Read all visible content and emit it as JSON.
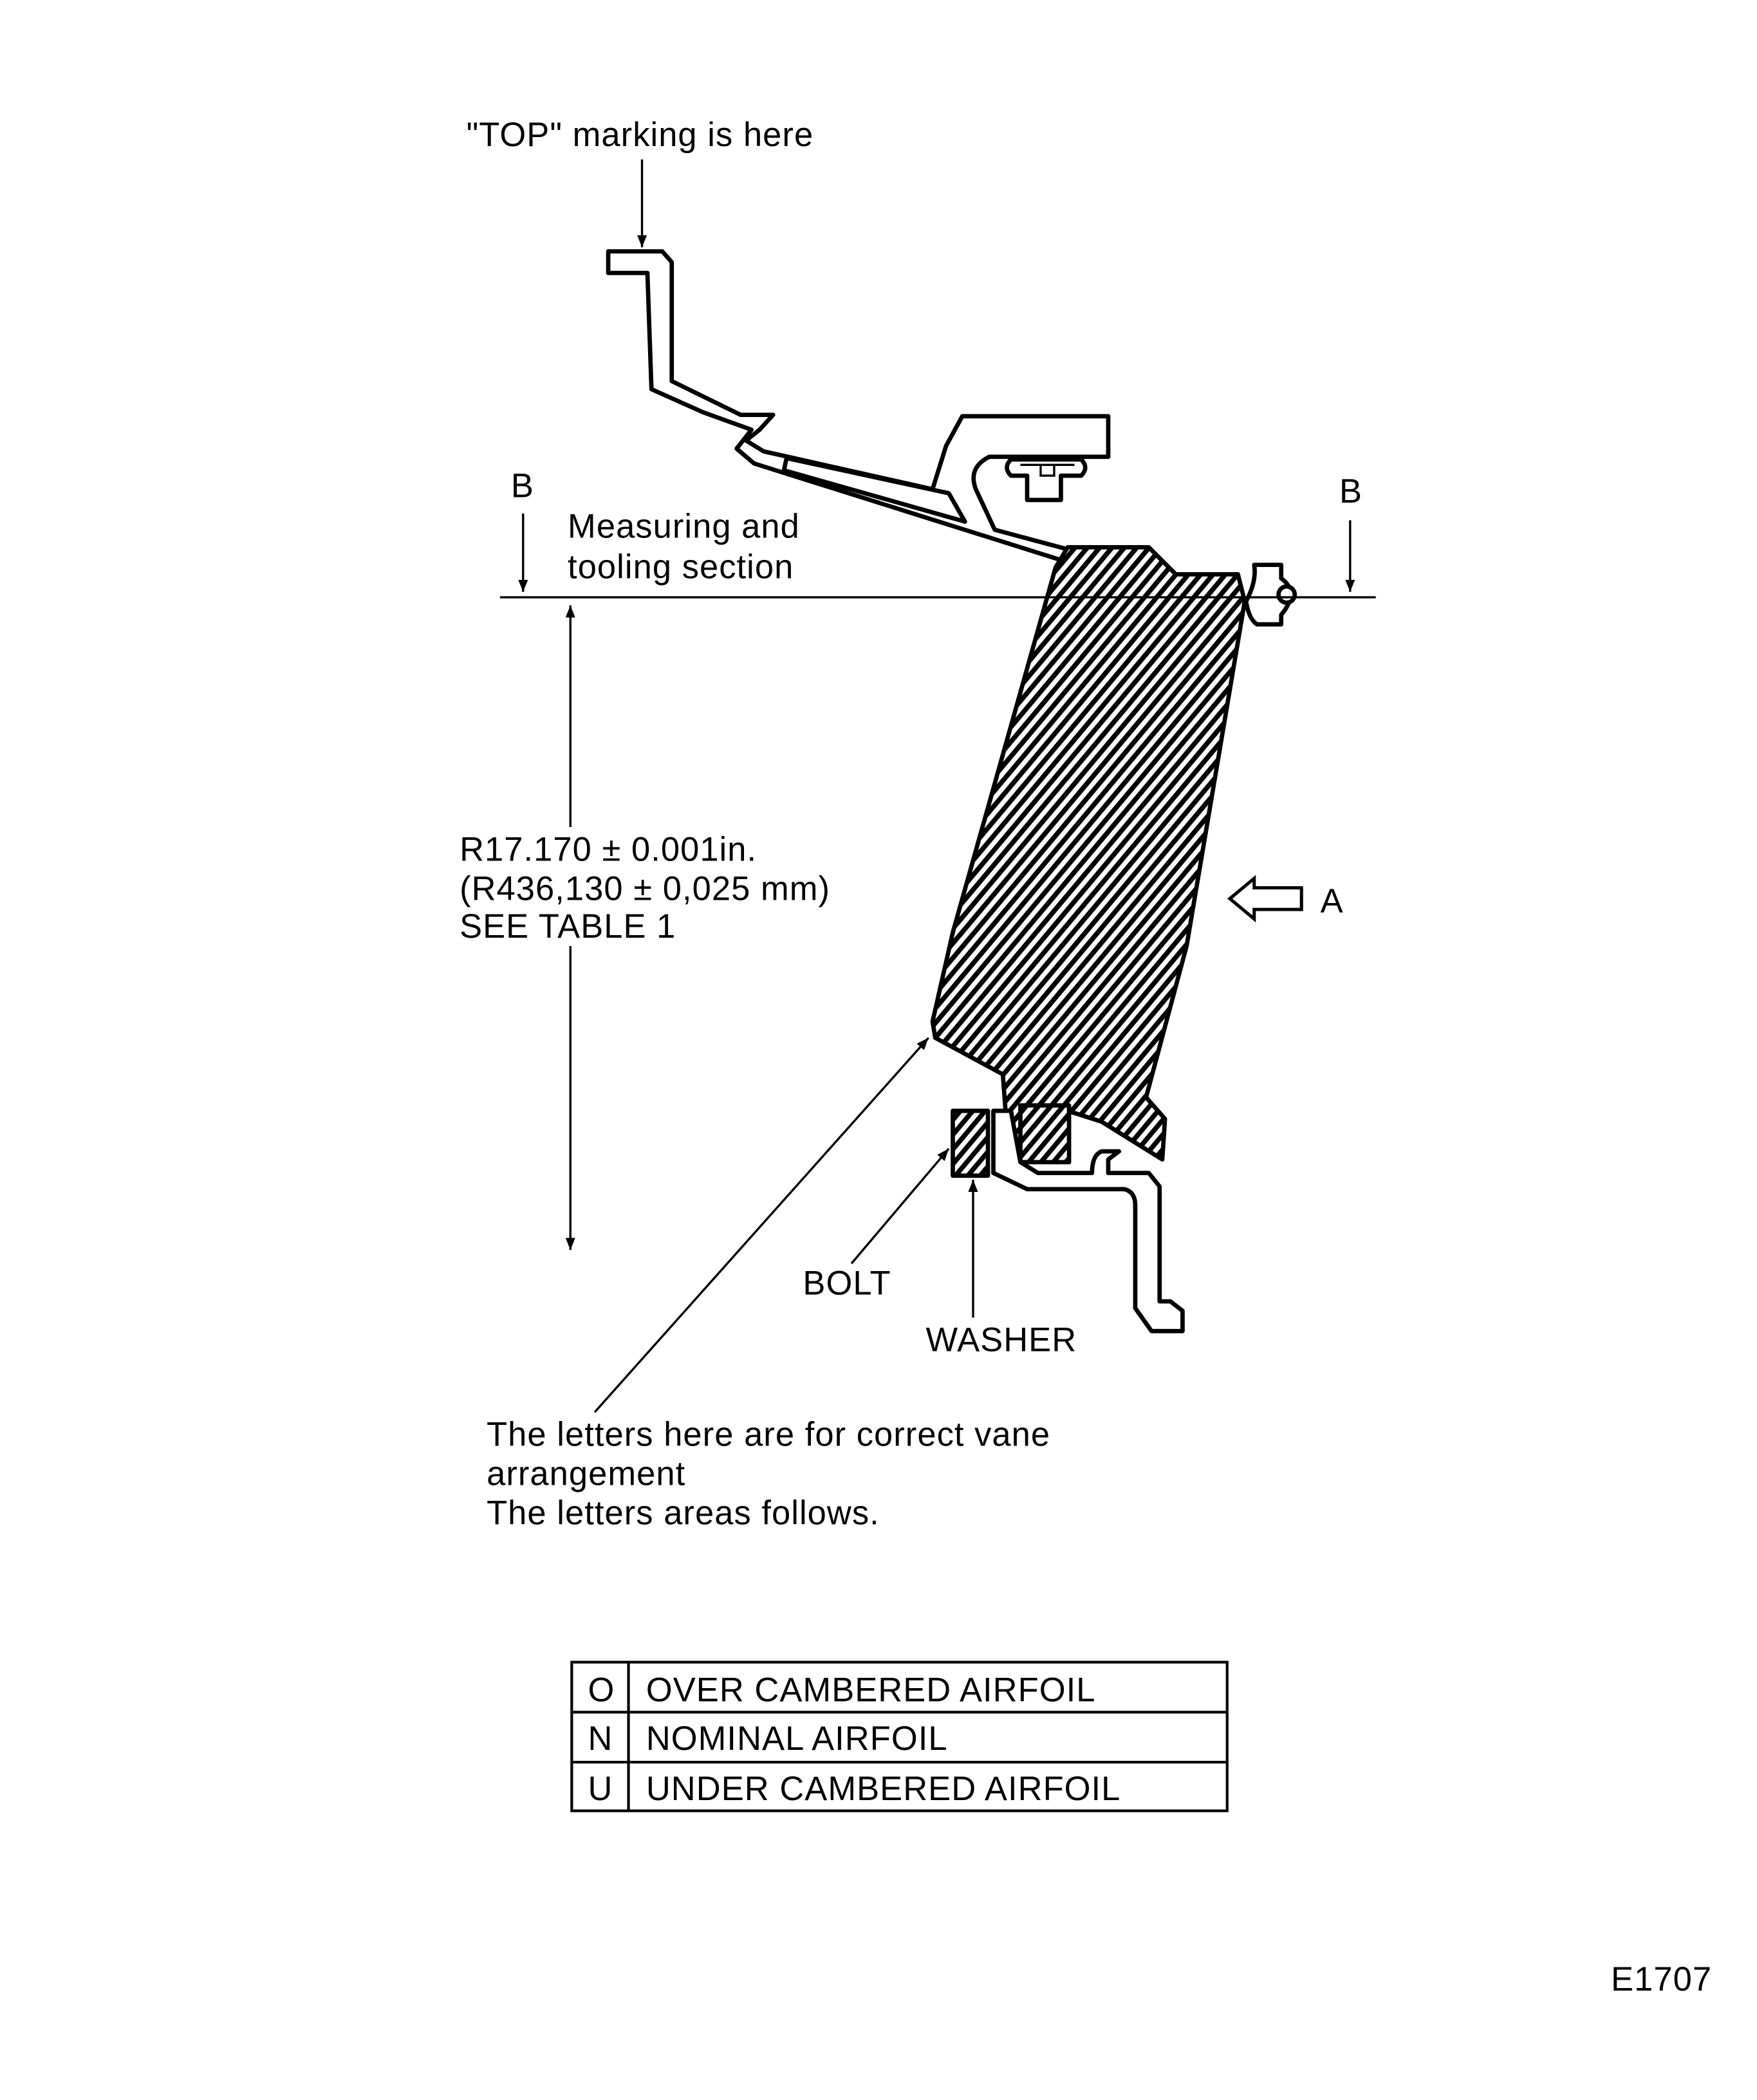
{
  "labels": {
    "top_marking": "\"TOP\" marking is here",
    "section_left": "B",
    "section_right": "B",
    "measuring_line1": "Measuring and",
    "measuring_line2": "tooling section",
    "radius_line1": "R17.170 ± 0.001in.",
    "radius_line2": "(R436,130 ± 0,025 mm)",
    "radius_line3": "SEE TABLE 1",
    "view_arrow": "A",
    "bolt": "BOLT",
    "washer": "WASHER",
    "note_line1": "The letters here are for correct vane",
    "note_line2": "arrangement",
    "note_line3": "The letters areas follows."
  },
  "table": {
    "rows": [
      {
        "code": "O",
        "description": "OVER CAMBERED AIRFOIL"
      },
      {
        "code": "N",
        "description": "NOMINAL AIRFOIL"
      },
      {
        "code": "U",
        "description": "UNDER CAMBERED AIRFOIL"
      }
    ]
  },
  "figure_id": "E1707"
}
